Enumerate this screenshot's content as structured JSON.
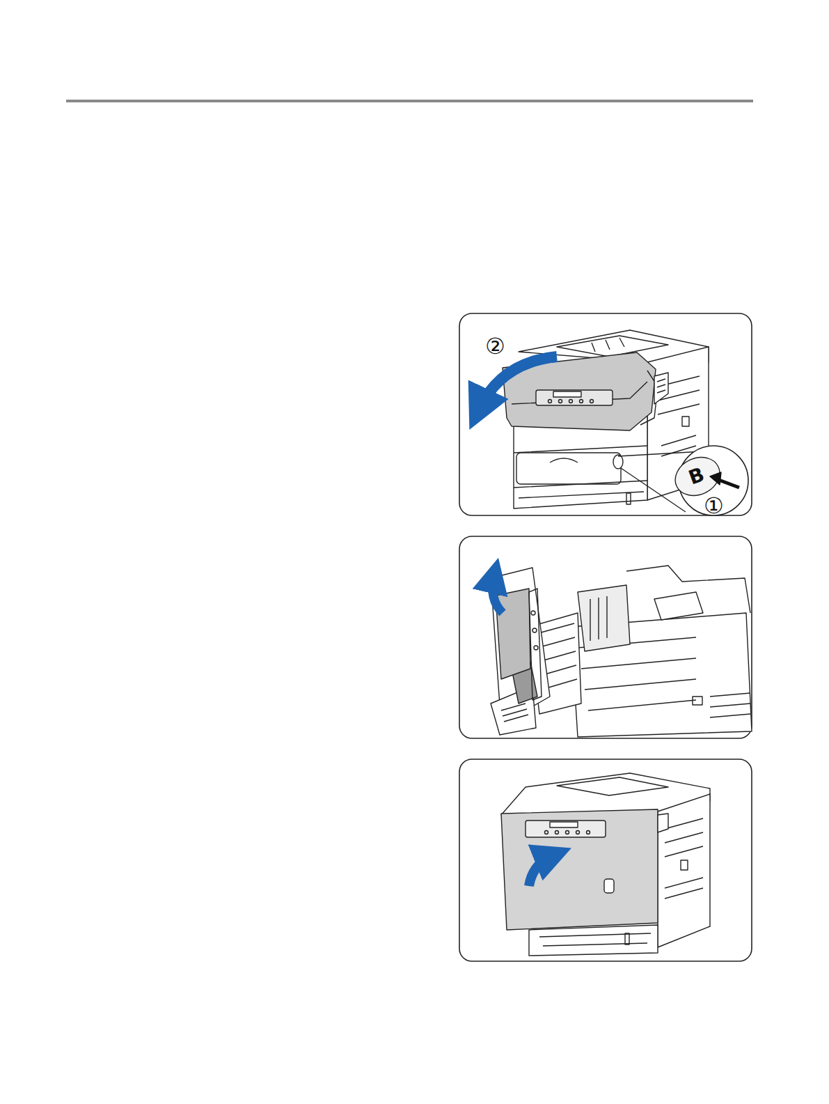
{
  "diagram": {
    "labels": [
      "②",
      "B",
      "①"
    ]
  }
}
